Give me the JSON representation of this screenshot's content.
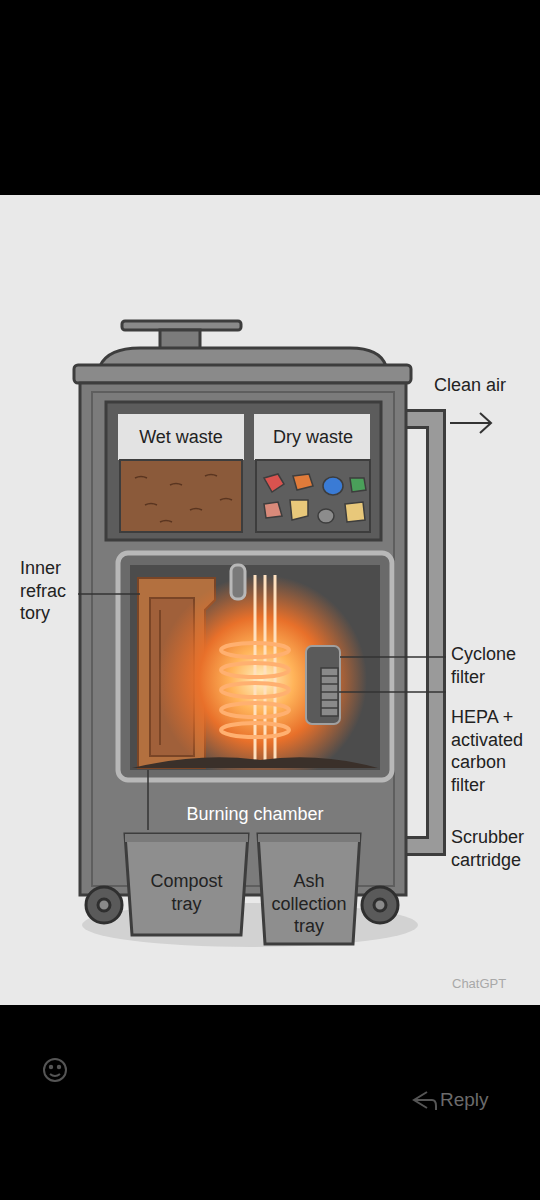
{
  "diagram": {
    "nodes": [
      {
        "text": [
          "Wet waste"
        ]
      },
      {
        "text": [
          "Dry waste"
        ]
      },
      {
        "text": [
          "Burning chamber"
        ]
      },
      {
        "text": [
          "Compost tray"
        ]
      },
      {
        "text": [
          "Ash collection tray"
        ]
      }
    ],
    "labels": [
      "Clean air",
      "Inner refrac tory",
      "Cyclone filter",
      "HEPA + activated carbon filter",
      "Scrubber cartridge",
      "ChatGPT",
      "Reply"
    ]
  }
}
